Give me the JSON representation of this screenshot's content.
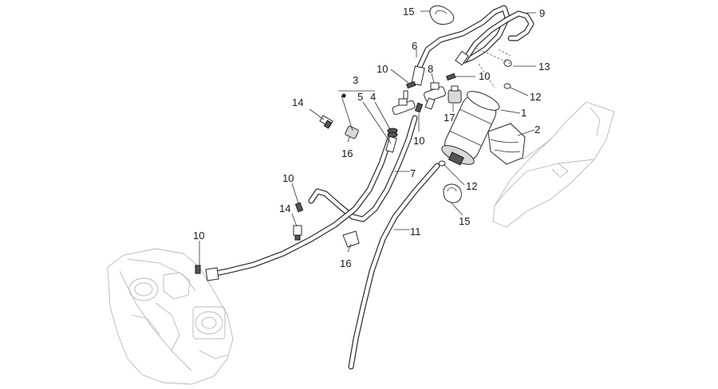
{
  "callouts": {
    "c1": "1",
    "c2": "2",
    "c3": "3",
    "c4": "4",
    "c5": "5",
    "c6": "6",
    "c7": "7",
    "c8": "8",
    "c9": "9",
    "c10a": "10",
    "c10b": "10",
    "c10c": "10",
    "c10d": "10",
    "c10e": "10",
    "c11": "11",
    "c12a": "12",
    "c12b": "12",
    "c13": "13",
    "c14a": "14",
    "c14b": "14",
    "c15a": "15",
    "c15b": "15",
    "c16a": "16",
    "c16b": "16",
    "c17": "17"
  },
  "colors": {
    "line": "#2a2a2a",
    "ghost": "#b8b8b8",
    "background": "#ffffff"
  }
}
